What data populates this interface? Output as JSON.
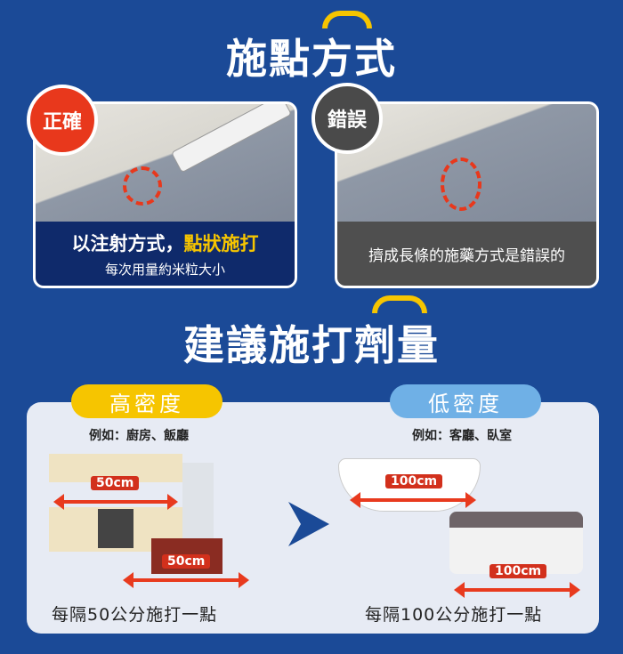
{
  "section1": {
    "title": "施點方式",
    "correct": {
      "badge": "正確",
      "caption_main": "以注射方式，",
      "caption_highlight": "點狀施打",
      "caption_sub": "每次用量約米粒大小"
    },
    "wrong": {
      "badge": "錯誤",
      "caption_main": "擠成長條的施藥方式是錯誤的"
    }
  },
  "section2": {
    "title": "建議施打劑量",
    "high": {
      "label": "高密度",
      "example": "例如：廚房、飯廳",
      "measures": [
        "50cm",
        "50cm"
      ],
      "footer": "每隔50公分施打一點"
    },
    "low": {
      "label": "低密度",
      "example": "例如：客廳、臥室",
      "measures": [
        "100cm",
        "100cm"
      ],
      "footer": "每隔100公分施打一點"
    }
  },
  "colors": {
    "bg": "#1b4a97",
    "yellow": "#f6c500",
    "red": "#e8381c",
    "lightblue": "#6fb0e6"
  }
}
